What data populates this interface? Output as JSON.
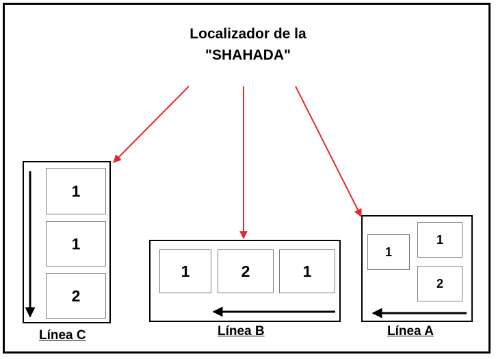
{
  "title": {
    "line1": "Localizador de la",
    "line2": "\"SHAHADA\""
  },
  "colors": {
    "pointer_arrow": "#e8262b",
    "frame": "#000000",
    "cell_border": "#7a7a7a"
  },
  "linea_c": {
    "label": "Línea C",
    "cells": [
      "1",
      "1",
      "2"
    ],
    "direction": "top-to-bottom"
  },
  "linea_b": {
    "label": "Línea B",
    "cells": [
      "1",
      "2",
      "1"
    ],
    "direction": "right-to-left"
  },
  "linea_a": {
    "label": "Línea A",
    "cells": [
      "1",
      "1",
      "2"
    ],
    "direction": "right-to-left"
  }
}
